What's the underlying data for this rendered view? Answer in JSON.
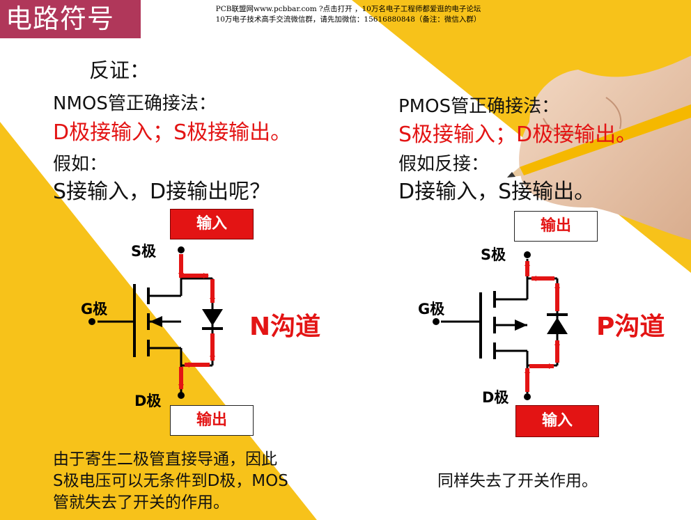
{
  "header": {
    "title": "电路符号",
    "banner_line1": "PCB联盟网www.pcbbar.com ?点击打开 ，10万名电子工程师都爱逛的电子论坛",
    "banner_line2": "10万电子技术高手交流微信群，请先加微信：15616880848（备注：微信入群）"
  },
  "section": {
    "heading": "反证："
  },
  "nmos": {
    "correct_label": "NMOS管正确接法：",
    "correct_rule": "D极接输入；S极接输出。",
    "suppose_label": "假如：",
    "suppose_text": "S接输入，D接输出呢？",
    "top_box": "输入",
    "bottom_box": "输出",
    "s_label": "S极",
    "g_label": "G极",
    "d_label": "D极",
    "channel": "N沟道",
    "note_line1": "由于寄生二极管直接导通，因此",
    "note_line2": "S极电压可以无条件到D极，MOS",
    "note_line3": "管就失去了开关的作用。"
  },
  "pmos": {
    "correct_label": "PMOS管正确接法：",
    "correct_rule": "S极接输入；D极接输出。",
    "suppose_label": "假如反接：",
    "suppose_text": "D接输入，S接输出。",
    "top_box": "输出",
    "bottom_box": "输入",
    "s_label": "S极",
    "g_label": "G极",
    "d_label": "D极",
    "channel": "P沟道",
    "note": "同样失去了开关作用。"
  },
  "colors": {
    "accent_red": "#e31414",
    "title_bg": "#b0375a",
    "yellow": "#f7c21a"
  }
}
